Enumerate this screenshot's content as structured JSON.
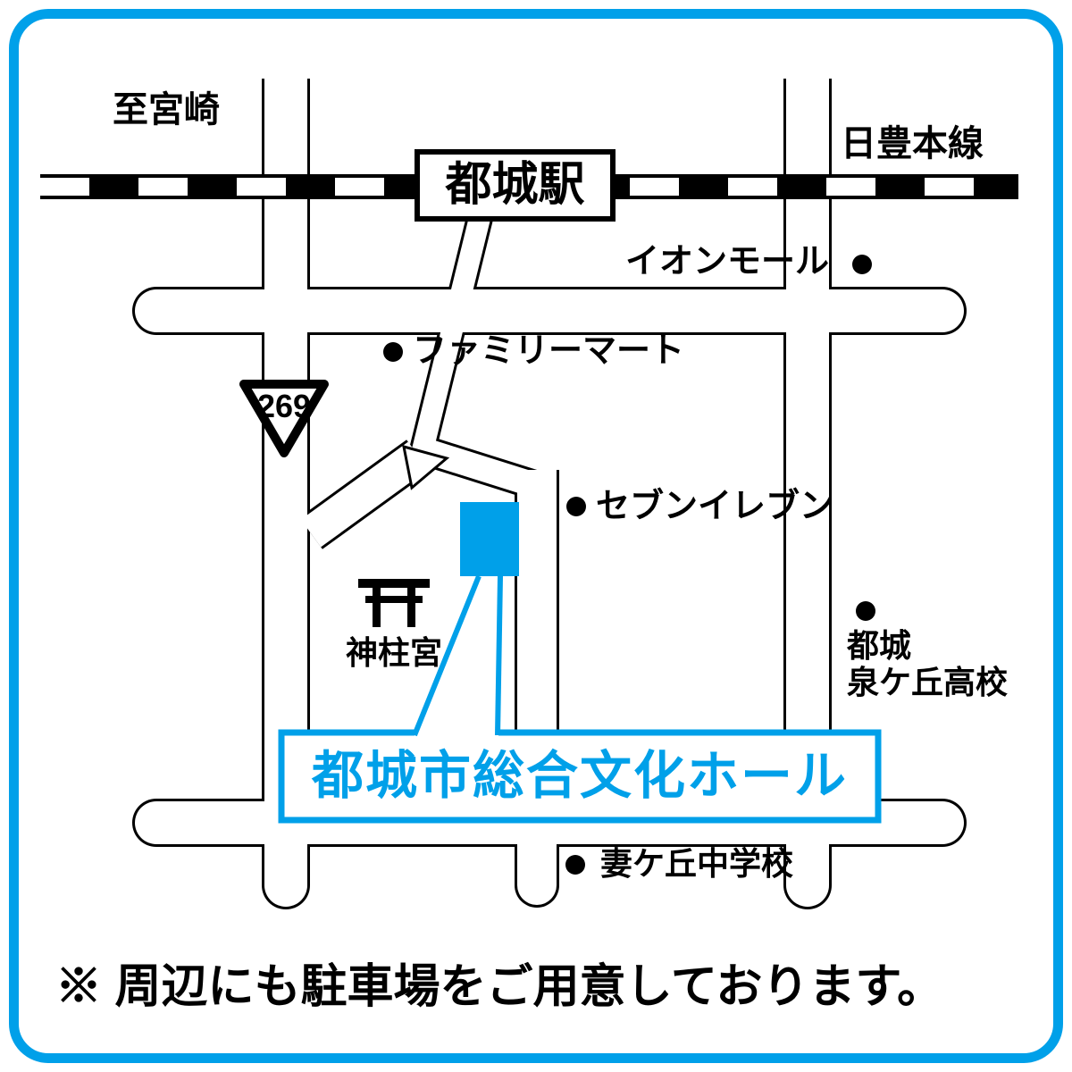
{
  "colors": {
    "accent_blue": "#00a0e9",
    "road_outline": "#000000"
  },
  "rail": {
    "direction_label": "至宮崎",
    "line_name": "日豊本線",
    "station_name": "都城駅"
  },
  "roads": {
    "route_badge": "269"
  },
  "pois": {
    "aeon_mall": "イオンモール",
    "familymart": "ファミリーマート",
    "seven_eleven": "セブンイレブン",
    "shrine": "神柱宮",
    "high_school_line1": "都城",
    "high_school_line2": "泉ケ丘高校",
    "junior_high": "妻ケ丘中学校"
  },
  "destination": {
    "name": "都城市総合文化ホール"
  },
  "footer": {
    "note": "※ 周辺にも駐車場をご用意しております。"
  }
}
